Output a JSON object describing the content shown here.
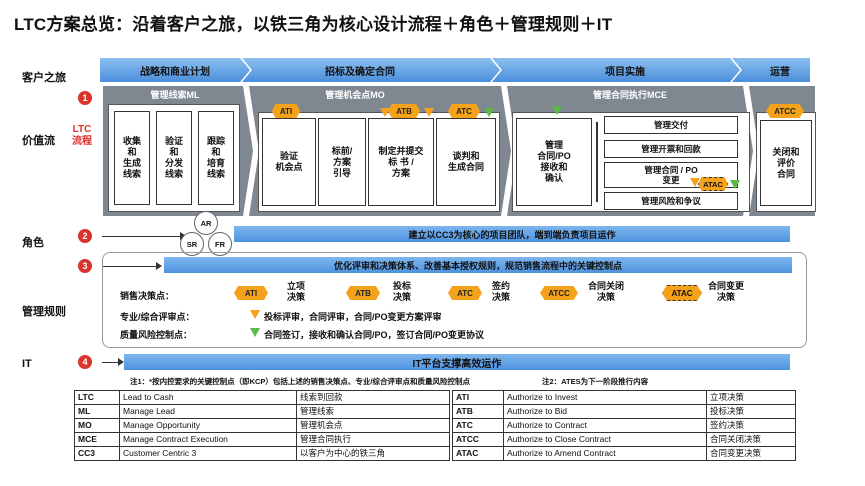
{
  "title": "LTC方案总览：沿着客户之旅，以铁三角为核心设计流程＋角色＋管理规则＋IT",
  "rows": {
    "customer_journey": "客户之旅",
    "value_stream": "价值流",
    "ltc_flow": "LTC\n流程",
    "role": "角色",
    "management_rules": "管理规则",
    "it": "IT"
  },
  "numbers": [
    "1",
    "2",
    "3",
    "4"
  ],
  "journey": [
    "战略和商业计划",
    "招标及确定合同",
    "项目实施",
    "运营"
  ],
  "sections": {
    "ml": "管理线索ML",
    "mo": "管理机会点MO",
    "mce": "管理合同执行MCE"
  },
  "ml_boxes": [
    "收集\n和\n生成\n线索",
    "验证\n和\n分发\n线索",
    "跟踪\n和\n培育\n线索"
  ],
  "mo_boxes": [
    "验证\n机会点",
    "标前/\n方案\n引导",
    "制定并提交\n标 书 /\n方案",
    "谈判和\n生成合同"
  ],
  "mce_main": "管理\n合同/PO\n接收和\n确认",
  "mce_subs": [
    "管理交付",
    "管理开票和回款",
    "管理合同 / PO\n变更",
    "管理风险和争议"
  ],
  "close_box": "关闭和\n评价\n合同",
  "tags": {
    "ati": "ATI",
    "atb": "ATB",
    "atc": "ATC",
    "atcc": "ATCC",
    "atac": "ATAC"
  },
  "team_circles": {
    "ar": "AR",
    "sr": "SR",
    "fr": "FR"
  },
  "role_bar": "建立以CC3为核心的项目团队，端到端负责项目运作",
  "rules_bar": "优化评审和决策体系、改善基本授权规则，规范销售流程中的关键控制点",
  "legend": {
    "decision_label": "销售决策点：",
    "decision_items": [
      "立项\n决策",
      "投标\n决策",
      "签约\n决策",
      "合同关闭\n决策",
      "合同变更\n决策"
    ],
    "review_label": "专业/综合评审点：",
    "review_text": "投标评审，合同评审，合同/PO变更方案评审",
    "quality_label": "质量风险控制点：",
    "quality_text": "合同签订，接收和确认合同/PO，签订合同/PO变更协议"
  },
  "it_bar": "IT平台支撑高效运作",
  "notes": {
    "note1": "注1：*按内控要求的关键控制点（即KCP）包括上述的销售决策点、专业/综合评审点和质量风险控制点",
    "note2": "注2：ATES为下一阶段推行内容"
  },
  "table_left": [
    {
      "code": "LTC",
      "en": "Lead to Cash",
      "cn": "线索到回款"
    },
    {
      "code": "ML",
      "en": "Manage Lead",
      "cn": "管理线索"
    },
    {
      "code": "MO",
      "en": "Manage Opportunity",
      "cn": "管理机会点"
    },
    {
      "code": "MCE",
      "en": "Manage Contract Execution",
      "cn": "管理合同执行"
    },
    {
      "code": "CC3",
      "en": "Customer Centric 3",
      "cn": "以客户为中心的铁三角"
    }
  ],
  "table_right": [
    {
      "code": "ATI",
      "en": "Authorize to Invest",
      "cn": "立项决策"
    },
    {
      "code": "ATB",
      "en": "Authorize to Bid",
      "cn": "投标决策"
    },
    {
      "code": "ATC",
      "en": "Authorize to Contract",
      "cn": "签约决策"
    },
    {
      "code": "ATCC",
      "en": "Authorize to Close Contract",
      "cn": "合同关闭决策"
    },
    {
      "code": "ATAC",
      "en": "Authorize to Amend Contract",
      "cn": "合同变更决策"
    }
  ],
  "colors": {
    "accent_blue": "#4f93df",
    "tag_orange": "#f5a21b",
    "marker_green": "#5cb848",
    "badge_red": "#d9342b",
    "panel_gray": "#7f8791"
  }
}
